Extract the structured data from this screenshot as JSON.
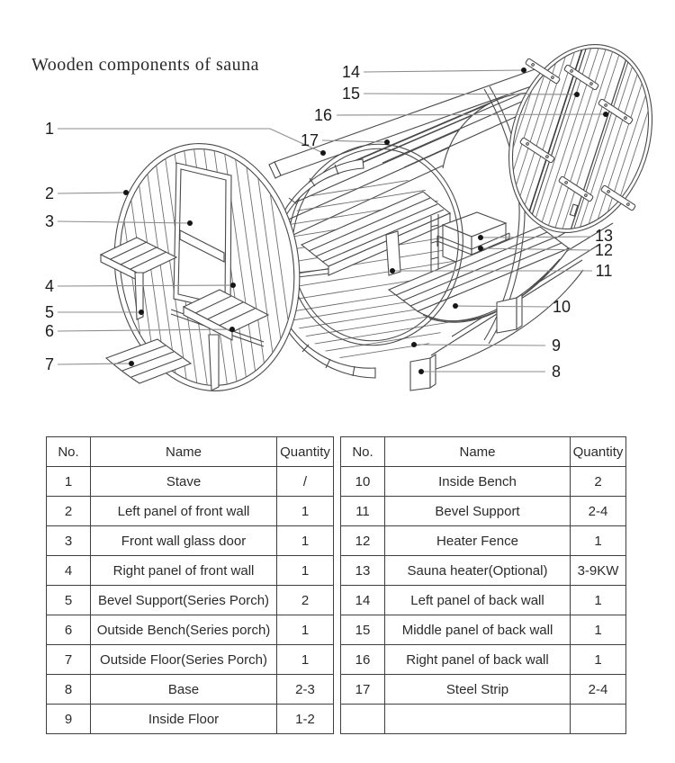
{
  "title": "Wooden components of sauna",
  "colors": {
    "ink": "#2a2a2a",
    "line": "#4a4a4a",
    "leader": "#8c8c8c"
  },
  "diagram": {
    "labels": [
      "1",
      "2",
      "3",
      "4",
      "5",
      "6",
      "7",
      "8",
      "9",
      "10",
      "11",
      "12",
      "13",
      "14",
      "15",
      "16",
      "17"
    ]
  },
  "tables": [
    {
      "headers": [
        "No.",
        "Name",
        "Quantity"
      ],
      "rows": [
        [
          "1",
          "Stave",
          "/"
        ],
        [
          "2",
          "Left panel of front wall",
          "1"
        ],
        [
          "3",
          "Front wall glass door",
          "1"
        ],
        [
          "4",
          "Right panel of front wall",
          "1"
        ],
        [
          "5",
          "Bevel Support(Series Porch)",
          "2"
        ],
        [
          "6",
          "Outside Bench(Series porch)",
          "1"
        ],
        [
          "7",
          "Outside Floor(Series Porch)",
          "1"
        ],
        [
          "8",
          "Base",
          "2-3"
        ],
        [
          "9",
          "Inside Floor",
          "1-2"
        ]
      ]
    },
    {
      "headers": [
        "No.",
        "Name",
        "Quantity"
      ],
      "rows": [
        [
          "10",
          "Inside Bench",
          "2"
        ],
        [
          "11",
          "Bevel Support",
          "2-4"
        ],
        [
          "12",
          "Heater Fence",
          "1"
        ],
        [
          "13",
          "Sauna heater(Optional)",
          "3-9KW"
        ],
        [
          "14",
          "Left panel of back wall",
          "1"
        ],
        [
          "15",
          "Middle panel of back wall",
          "1"
        ],
        [
          "16",
          "Right panel of back wall",
          "1"
        ],
        [
          "17",
          "Steel Strip",
          "2-4"
        ],
        [
          "",
          "",
          ""
        ]
      ]
    }
  ]
}
